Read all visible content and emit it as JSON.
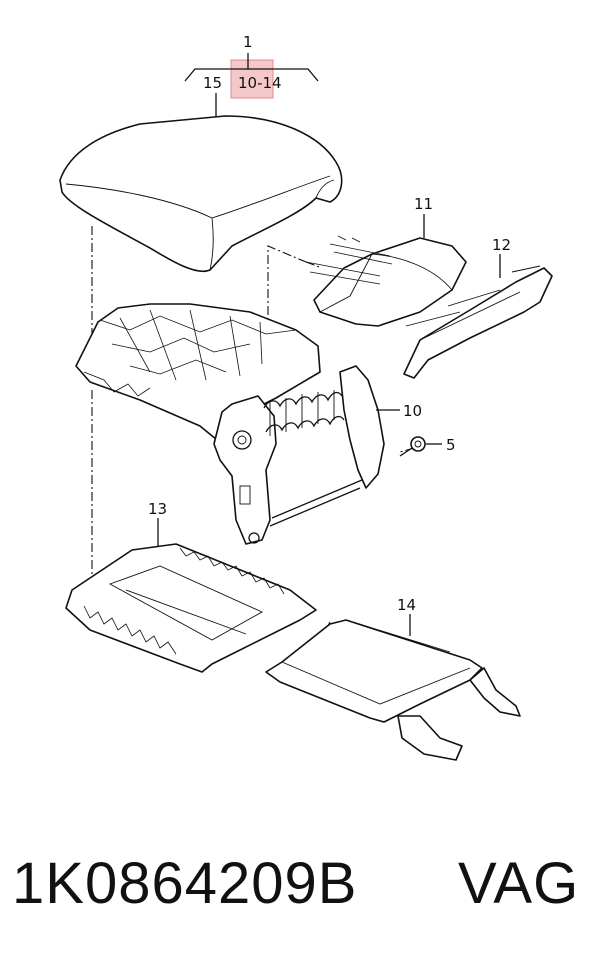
{
  "diagram": {
    "callouts": {
      "c1": "1",
      "c15": "15",
      "c10_14": "10-14",
      "c11": "11",
      "c12": "12",
      "c10": "10",
      "c5": "5",
      "c13": "13",
      "c14": "14"
    },
    "highlight_color": "#f4c7c9"
  },
  "footer": {
    "part_number": "1K0864209B",
    "brand": "VAG"
  }
}
